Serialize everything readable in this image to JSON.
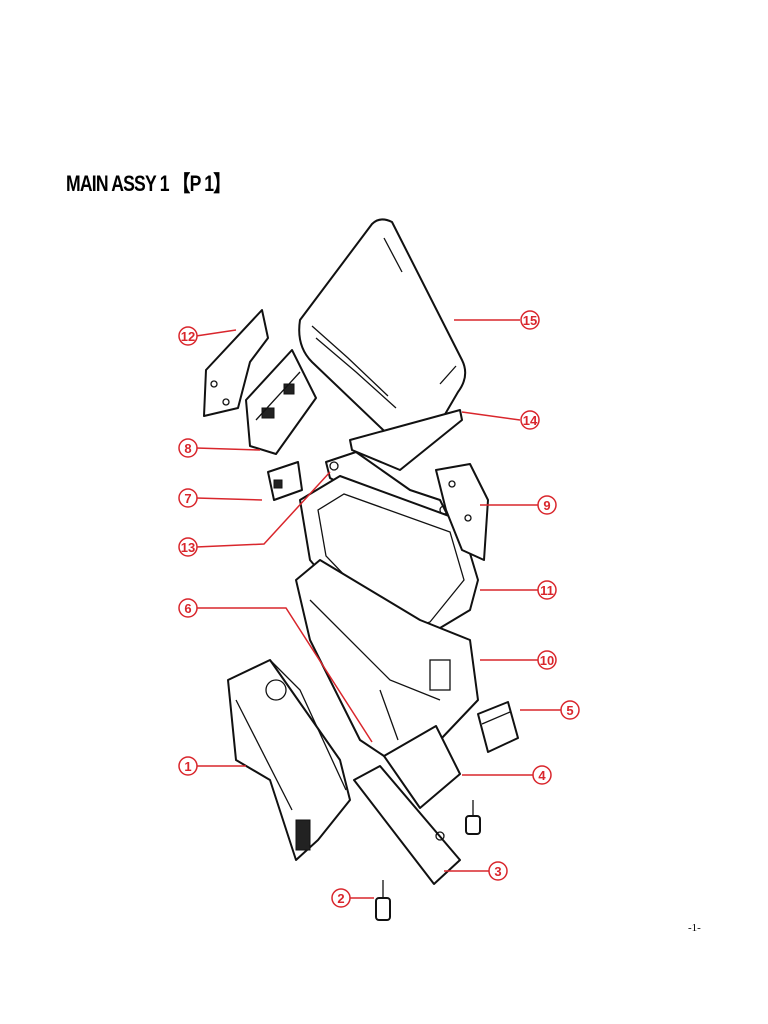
{
  "header": {
    "title": "MAIN ASSY 1 【P 1】"
  },
  "footer": {
    "page": "-1-"
  },
  "callouts": [
    {
      "id": "1"
    },
    {
      "id": "2"
    },
    {
      "id": "3"
    },
    {
      "id": "4"
    },
    {
      "id": "5"
    },
    {
      "id": "6"
    },
    {
      "id": "7"
    },
    {
      "id": "8"
    },
    {
      "id": "9"
    },
    {
      "id": "10"
    },
    {
      "id": "11"
    },
    {
      "id": "12"
    },
    {
      "id": "13"
    },
    {
      "id": "14"
    },
    {
      "id": "15"
    }
  ],
  "colors": {
    "callout": "#d9262c",
    "line": "#111111",
    "background": "#ffffff"
  }
}
